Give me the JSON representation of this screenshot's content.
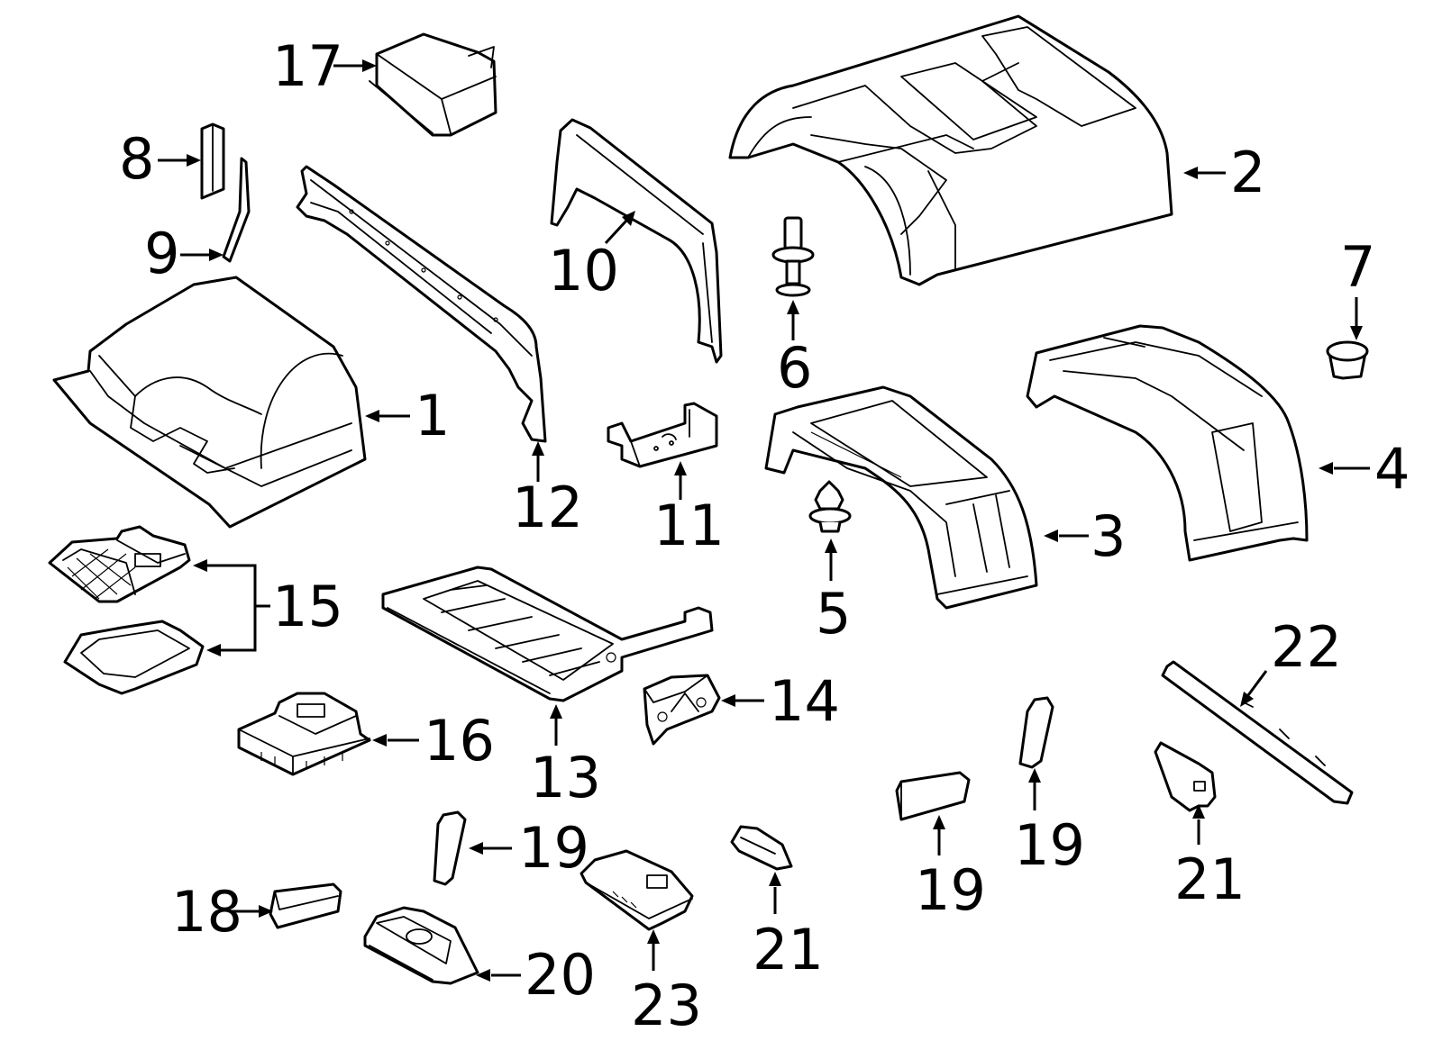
{
  "diagram": {
    "parts": [
      {
        "id": "p1",
        "label": "1"
      },
      {
        "id": "p2",
        "label": "2"
      },
      {
        "id": "p3",
        "label": "3"
      },
      {
        "id": "p4",
        "label": "4"
      },
      {
        "id": "p5",
        "label": "5"
      },
      {
        "id": "p6",
        "label": "6"
      },
      {
        "id": "p7",
        "label": "7"
      },
      {
        "id": "p8",
        "label": "8"
      },
      {
        "id": "p9",
        "label": "9"
      },
      {
        "id": "p10",
        "label": "10"
      },
      {
        "id": "p11",
        "label": "11"
      },
      {
        "id": "p12",
        "label": "12"
      },
      {
        "id": "p13",
        "label": "13"
      },
      {
        "id": "p14",
        "label": "14"
      },
      {
        "id": "p15",
        "label": "15"
      },
      {
        "id": "p16",
        "label": "16"
      },
      {
        "id": "p17",
        "label": "17"
      },
      {
        "id": "p18",
        "label": "18"
      },
      {
        "id": "p19a",
        "label": "19"
      },
      {
        "id": "p19b",
        "label": "19"
      },
      {
        "id": "p19c",
        "label": "19"
      },
      {
        "id": "p20",
        "label": "20"
      },
      {
        "id": "p21a",
        "label": "21"
      },
      {
        "id": "p21b",
        "label": "21"
      },
      {
        "id": "p22",
        "label": "22"
      },
      {
        "id": "p23",
        "label": "23"
      }
    ]
  }
}
